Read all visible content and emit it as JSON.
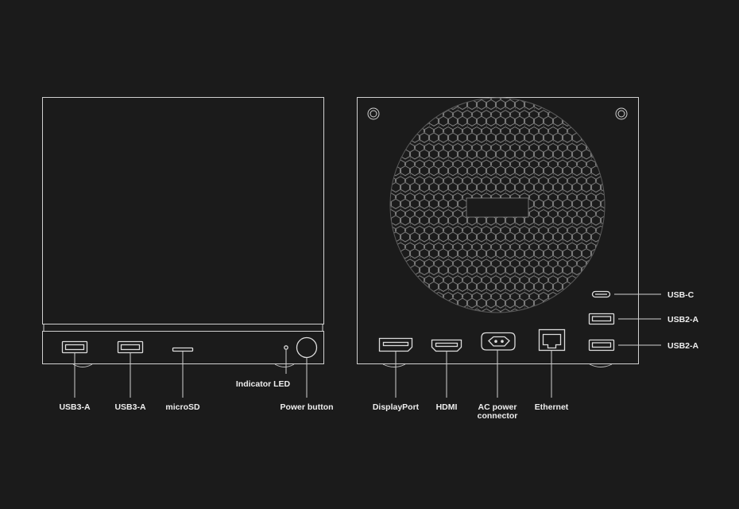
{
  "front_labels": {
    "usb3a_1": "USB3-A",
    "usb3a_2": "USB3-A",
    "microsd": "microSD",
    "indicator_led": "Indicator LED",
    "power_button": "Power button"
  },
  "back_labels": {
    "displayport": "DisplayPort",
    "hdmi": "HDMI",
    "ac_power_line1": "AC power",
    "ac_power_line2": "connector",
    "ethernet": "Ethernet",
    "usb_c": "USB-C",
    "usb2a_1": "USB2-A",
    "usb2a_2": "USB2-A"
  },
  "colors": {
    "background": "#1b1b1b",
    "line": "#d0d0d0",
    "text": "#eeeeee"
  }
}
